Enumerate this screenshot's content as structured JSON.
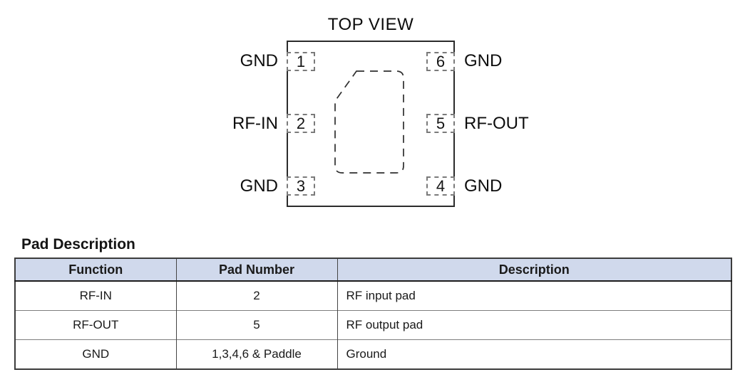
{
  "diagram": {
    "title": "TOP VIEW",
    "left_pads": [
      {
        "number": "1",
        "label": "GND"
      },
      {
        "number": "2",
        "label": "RF-IN"
      },
      {
        "number": "3",
        "label": "GND"
      }
    ],
    "right_pads": [
      {
        "number": "6",
        "label": "GND"
      },
      {
        "number": "5",
        "label": "RF-OUT"
      },
      {
        "number": "4",
        "label": "GND"
      }
    ]
  },
  "table": {
    "heading": "Pad Description",
    "columns": [
      "Function",
      "Pad Number",
      "Description"
    ],
    "rows": [
      [
        "RF-IN",
        "2",
        "RF input pad"
      ],
      [
        "RF-OUT",
        "5",
        "RF output pad"
      ],
      [
        "GND",
        "1,3,4,6 & Paddle",
        "Ground"
      ]
    ]
  },
  "colors": {
    "table_header_bg": "#d0d9ec",
    "table_outer_border": "#3c3c3c",
    "package_outline": "#2b2b2b",
    "text": "#111111"
  }
}
